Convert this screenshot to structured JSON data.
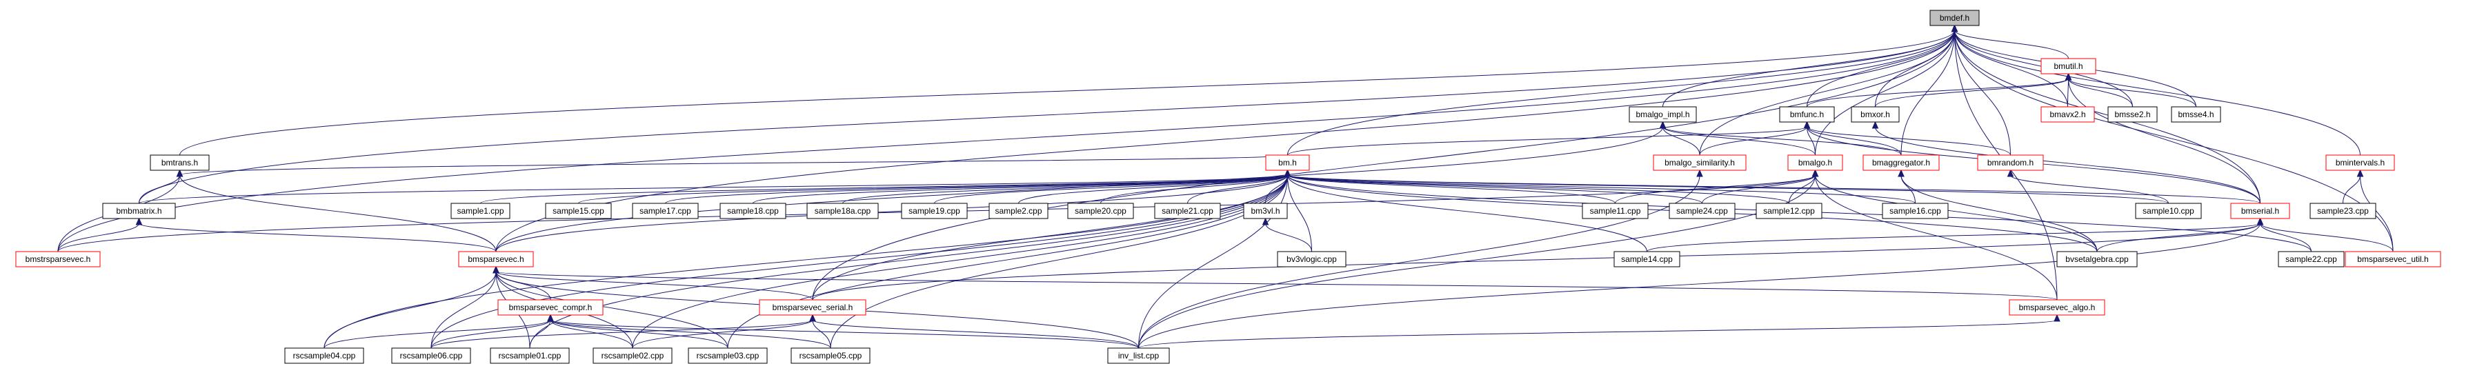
{
  "graph": {
    "title": "",
    "colors": {
      "edge": "#191970",
      "header_border": "#ff0000",
      "source_border": "#000000",
      "current_fill": "#bfbfbf",
      "node_fill": "#ffffff",
      "text": "#000000"
    },
    "nodes": [
      {
        "id": "bmdef",
        "label": "bmdef.h",
        "kind": "current"
      },
      {
        "id": "bmutil",
        "label": "bmutil.h",
        "kind": "header"
      },
      {
        "id": "bmalgo_impl",
        "label": "bmalgo_impl.h",
        "kind": "source"
      },
      {
        "id": "bmfunc",
        "label": "bmfunc.h",
        "kind": "source"
      },
      {
        "id": "bmxor",
        "label": "bmxor.h",
        "kind": "source"
      },
      {
        "id": "bmavx2",
        "label": "bmavx2.h",
        "kind": "header"
      },
      {
        "id": "bmsse2",
        "label": "bmsse2.h",
        "kind": "source"
      },
      {
        "id": "bmsse4",
        "label": "bmsse4.h",
        "kind": "source"
      },
      {
        "id": "bmtrans",
        "label": "bmtrans.h",
        "kind": "source"
      },
      {
        "id": "bm",
        "label": "bm.h",
        "kind": "header"
      },
      {
        "id": "bmalgo_similarity",
        "label": "bmalgo_similarity.h",
        "kind": "header"
      },
      {
        "id": "bmalgo",
        "label": "bmalgo.h",
        "kind": "header"
      },
      {
        "id": "bmaggregator",
        "label": "bmaggregator.h",
        "kind": "header"
      },
      {
        "id": "bmrandom",
        "label": "bmrandom.h",
        "kind": "header"
      },
      {
        "id": "bmintervals",
        "label": "bmintervals.h",
        "kind": "header"
      },
      {
        "id": "bmmatrix",
        "label": "bmbmatrix.h",
        "kind": "source"
      },
      {
        "id": "sample1",
        "label": "sample1.cpp",
        "kind": "source"
      },
      {
        "id": "sample15",
        "label": "sample15.cpp",
        "kind": "source"
      },
      {
        "id": "sample17",
        "label": "sample17.cpp",
        "kind": "source"
      },
      {
        "id": "sample18",
        "label": "sample18.cpp",
        "kind": "source"
      },
      {
        "id": "sample18a",
        "label": "sample18a.cpp",
        "kind": "source"
      },
      {
        "id": "sample19",
        "label": "sample19.cpp",
        "kind": "source"
      },
      {
        "id": "sample2",
        "label": "sample2.cpp",
        "kind": "source"
      },
      {
        "id": "sample20",
        "label": "sample20.cpp",
        "kind": "source"
      },
      {
        "id": "sample21",
        "label": "sample21.cpp",
        "kind": "source"
      },
      {
        "id": "bm3vl",
        "label": "bm3vl.h",
        "kind": "source"
      },
      {
        "id": "sample11",
        "label": "sample11.cpp",
        "kind": "source"
      },
      {
        "id": "sample24",
        "label": "sample24.cpp",
        "kind": "source"
      },
      {
        "id": "sample12",
        "label": "sample12.cpp",
        "kind": "source"
      },
      {
        "id": "sample16",
        "label": "sample16.cpp",
        "kind": "source"
      },
      {
        "id": "sample10",
        "label": "sample10.cpp",
        "kind": "source"
      },
      {
        "id": "bmserial",
        "label": "bmserial.h",
        "kind": "header"
      },
      {
        "id": "sample23",
        "label": "sample23.cpp",
        "kind": "source"
      },
      {
        "id": "bmstrsparsevec",
        "label": "bmstrsparsevec.h",
        "kind": "header"
      },
      {
        "id": "bmsparsevec",
        "label": "bmsparsevec.h",
        "kind": "header"
      },
      {
        "id": "bv3vlogic",
        "label": "bv3vlogic.cpp",
        "kind": "source"
      },
      {
        "id": "sample14",
        "label": "sample14.cpp",
        "kind": "source"
      },
      {
        "id": "bvsetalgebra",
        "label": "bvsetalgebra.cpp",
        "kind": "source"
      },
      {
        "id": "sample22",
        "label": "sample22.cpp",
        "kind": "source"
      },
      {
        "id": "bmsparsevec_util",
        "label": "bmsparsevec_util.h",
        "kind": "header"
      },
      {
        "id": "bmsparsevec_compr",
        "label": "bmsparsevec_compr.h",
        "kind": "header"
      },
      {
        "id": "bmsparsevec_serial",
        "label": "bmsparsevec_serial.h",
        "kind": "header"
      },
      {
        "id": "bmsparsevec_algo",
        "label": "bmsparsevec_algo.h",
        "kind": "header"
      },
      {
        "id": "rscsample04",
        "label": "rscsample04.cpp",
        "kind": "source"
      },
      {
        "id": "rscsample06",
        "label": "rscsample06.cpp",
        "kind": "source"
      },
      {
        "id": "rscsample01",
        "label": "rscsample01.cpp",
        "kind": "source"
      },
      {
        "id": "rscsample02",
        "label": "rscsample02.cpp",
        "kind": "source"
      },
      {
        "id": "rscsample03",
        "label": "rscsample03.cpp",
        "kind": "source"
      },
      {
        "id": "rscsample05",
        "label": "rscsample05.cpp",
        "kind": "source"
      },
      {
        "id": "inv_list",
        "label": "inv_list.cpp",
        "kind": "source"
      }
    ],
    "edges": [
      [
        "bmutil",
        "bmdef"
      ],
      [
        "bmalgo_impl",
        "bmdef"
      ],
      [
        "bmfunc",
        "bmdef"
      ],
      [
        "bmxor",
        "bmdef"
      ],
      [
        "bmavx2",
        "bmdef"
      ],
      [
        "bmsse2",
        "bmdef"
      ],
      [
        "bmsse4",
        "bmdef"
      ],
      [
        "bmtrans",
        "bmdef"
      ],
      [
        "bm",
        "bmdef"
      ],
      [
        "bmalgo_similarity",
        "bmdef"
      ],
      [
        "bmalgo",
        "bmdef"
      ],
      [
        "bmaggregator",
        "bmdef"
      ],
      [
        "bmrandom",
        "bmdef"
      ],
      [
        "bmintervals",
        "bmdef"
      ],
      [
        "bmmatrix",
        "bmdef"
      ],
      [
        "bmserial",
        "bmdef"
      ],
      [
        "bmstrsparsevec",
        "bmdef"
      ],
      [
        "bmsparsevec",
        "bmdef"
      ],
      [
        "bmsparsevec_util",
        "bmdef"
      ],
      [
        "bmsparsevec_serial",
        "bmdef"
      ],
      [
        "bmsparsevec_algo",
        "bmdef"
      ],
      [
        "bmfunc",
        "bmutil"
      ],
      [
        "bmxor",
        "bmutil"
      ],
      [
        "bmavx2",
        "bmutil"
      ],
      [
        "bmsse2",
        "bmutil"
      ],
      [
        "bmsse4",
        "bmutil"
      ],
      [
        "bmserial",
        "bmutil"
      ],
      [
        "bmserial",
        "bmxor"
      ],
      [
        "bmalgo_similarity",
        "bmalgo_impl"
      ],
      [
        "bmalgo",
        "bmalgo_impl"
      ],
      [
        "bmaggregator",
        "bmalgo_impl"
      ],
      [
        "bmsparsevec",
        "bmalgo_impl"
      ],
      [
        "bm",
        "bmfunc"
      ],
      [
        "bmalgo",
        "bmfunc"
      ],
      [
        "bmaggregator",
        "bmfunc"
      ],
      [
        "bmrandom",
        "bmfunc"
      ],
      [
        "bmserial",
        "bmfunc"
      ],
      [
        "bmalgo_similarity",
        "bmfunc"
      ],
      [
        "bm",
        "bmtrans"
      ],
      [
        "bmmatrix",
        "bmtrans"
      ],
      [
        "bmstrsparsevec",
        "bmtrans"
      ],
      [
        "bmsparsevec",
        "bmtrans"
      ],
      [
        "sample1",
        "bm"
      ],
      [
        "sample15",
        "bm"
      ],
      [
        "sample17",
        "bm"
      ],
      [
        "sample18",
        "bm"
      ],
      [
        "sample18a",
        "bm"
      ],
      [
        "sample19",
        "bm"
      ],
      [
        "sample2",
        "bm"
      ],
      [
        "sample20",
        "bm"
      ],
      [
        "sample21",
        "bm"
      ],
      [
        "bm3vl",
        "bm"
      ],
      [
        "sample11",
        "bm"
      ],
      [
        "sample24",
        "bm"
      ],
      [
        "sample12",
        "bm"
      ],
      [
        "sample16",
        "bm"
      ],
      [
        "sample10",
        "bm"
      ],
      [
        "bmserial",
        "bm"
      ],
      [
        "sample14",
        "bm"
      ],
      [
        "bvsetalgebra",
        "bm"
      ],
      [
        "sample22",
        "bm"
      ],
      [
        "bmsparsevec",
        "bm"
      ],
      [
        "bv3vlogic",
        "bm"
      ],
      [
        "rscsample04",
        "bm"
      ],
      [
        "rscsample06",
        "bm"
      ],
      [
        "rscsample01",
        "bm"
      ],
      [
        "rscsample02",
        "bm"
      ],
      [
        "rscsample03",
        "bm"
      ],
      [
        "rscsample05",
        "bm"
      ],
      [
        "inv_list",
        "bm"
      ],
      [
        "bmmatrix",
        "bm"
      ],
      [
        "bmsparsevec_serial",
        "bm"
      ],
      [
        "bv3vlogic",
        "bm3vl"
      ],
      [
        "inv_list",
        "bmalgo_similarity"
      ],
      [
        "sample11",
        "bmalgo"
      ],
      [
        "sample24",
        "bmalgo"
      ],
      [
        "sample12",
        "bmalgo"
      ],
      [
        "bmstrsparsevec",
        "bmalgo"
      ],
      [
        "inv_list",
        "bmalgo"
      ],
      [
        "bvsetalgebra",
        "bmalgo"
      ],
      [
        "bmsparsevec_algo",
        "bmalgo"
      ],
      [
        "sample16",
        "bmaggregator"
      ],
      [
        "bvsetalgebra",
        "bmaggregator"
      ],
      [
        "sample10",
        "bmrandom"
      ],
      [
        "sample23",
        "bmintervals"
      ],
      [
        "bmsparsevec_util",
        "bmintervals"
      ],
      [
        "bmsparsevec",
        "bmmatrix"
      ],
      [
        "bmstrsparsevec",
        "bmmatrix"
      ],
      [
        "sample14",
        "bmserial"
      ],
      [
        "bvsetalgebra",
        "bmserial"
      ],
      [
        "sample22",
        "bmserial"
      ],
      [
        "bmsparsevec_util",
        "bmserial"
      ],
      [
        "bmsparsevec_serial",
        "bmserial"
      ],
      [
        "inv_list",
        "bmserial"
      ],
      [
        "bmsparsevec_compr",
        "bmsparsevec"
      ],
      [
        "bmsparsevec_serial",
        "bmsparsevec"
      ],
      [
        "bmsparsevec_algo",
        "bmsparsevec"
      ],
      [
        "rscsample04",
        "bmsparsevec"
      ],
      [
        "rscsample06",
        "bmsparsevec"
      ],
      [
        "rscsample01",
        "bmsparsevec"
      ],
      [
        "rscsample02",
        "bmsparsevec"
      ],
      [
        "rscsample03",
        "bmsparsevec"
      ],
      [
        "inv_list",
        "bmsparsevec"
      ],
      [
        "rscsample04",
        "bmsparsevec_compr"
      ],
      [
        "rscsample06",
        "bmsparsevec_compr"
      ],
      [
        "rscsample01",
        "bmsparsevec_compr"
      ],
      [
        "rscsample02",
        "bmsparsevec_compr"
      ],
      [
        "rscsample03",
        "bmsparsevec_compr"
      ],
      [
        "rscsample05",
        "bmsparsevec_compr"
      ],
      [
        "inv_list",
        "bmsparsevec_compr"
      ],
      [
        "rscsample06",
        "bmsparsevec_serial"
      ],
      [
        "rscsample02",
        "bmsparsevec_serial"
      ],
      [
        "rscsample05",
        "bmsparsevec_serial"
      ],
      [
        "inv_list",
        "bmsparsevec_serial"
      ],
      [
        "inv_list",
        "bmsparsevec_algo"
      ]
    ]
  }
}
